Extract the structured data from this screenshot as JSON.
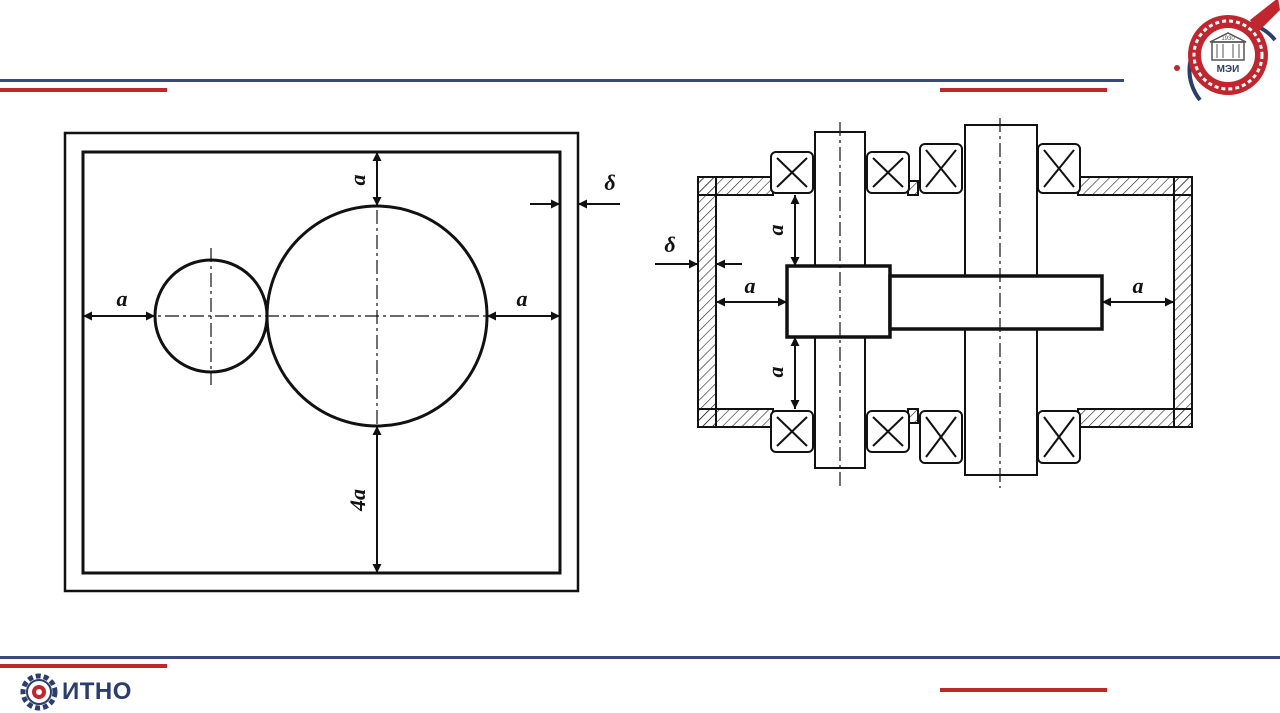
{
  "header": {
    "logo_text": "МЭИ",
    "logo_year": "1930"
  },
  "footer": {
    "brand_text": "ИТНО"
  },
  "colors": {
    "navy": "#3b4a7a",
    "red": "#c0262d",
    "ink": "#111111"
  },
  "diagram_left": {
    "labels": {
      "top_gap": "a",
      "left_gap": "a",
      "right_gap": "a",
      "bottom_gap": "4a",
      "wall_gap": "δ"
    }
  },
  "diagram_right": {
    "labels": {
      "wall_gap": "δ",
      "upper_gap": "a",
      "lower_gap": "a",
      "left_gap": "a",
      "right_gap": "a"
    }
  }
}
